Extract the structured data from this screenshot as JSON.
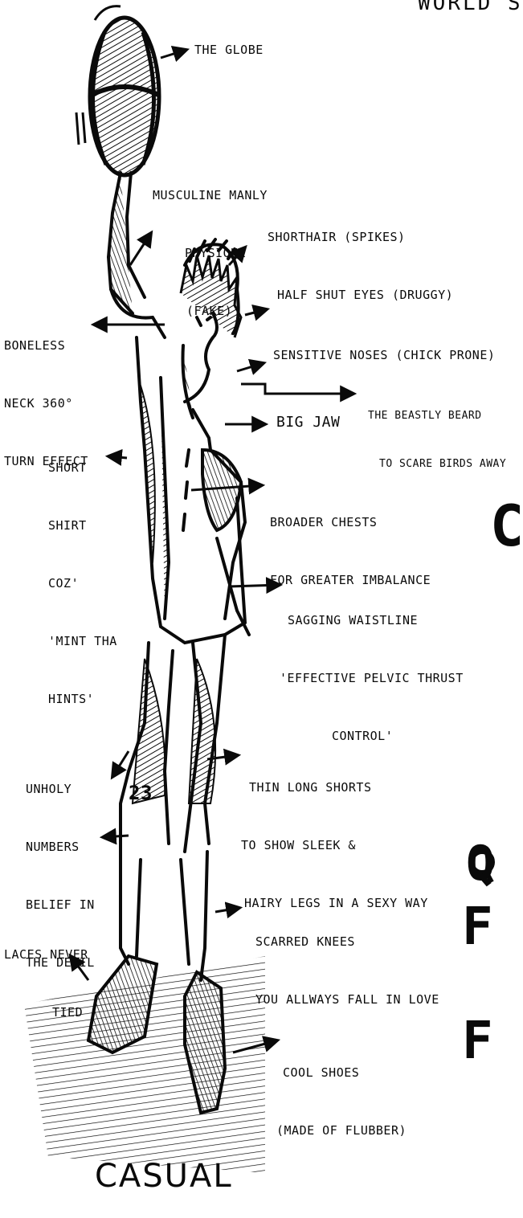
{
  "header_partial": "WORLD'S",
  "labels": {
    "globe": "THE GLOBE",
    "physique": [
      "MUSCULINE MANLY",
      "PHYSIQUE",
      "(FAKE)"
    ],
    "hair": "SHORTHAIR (SPIKES)",
    "eyes": "HALF SHUT EYES (DRUGGY)",
    "boneless": [
      "BONELESS",
      "NECK 360°",
      "TURN EFFECT"
    ],
    "noses": "SENSITIVE NOSES (CHICK PRONE)",
    "beard": [
      "THE BEASTLY BEARD",
      "TO SCARE BIRDS AWAY"
    ],
    "jaw": "BIG JAW",
    "shirt": [
      "SHORT",
      "SHIRT",
      "COZ'",
      "'MINT THA",
      "HINTS'"
    ],
    "chests": [
      "BROADER CHESTS",
      "FOR GREATER IMBALANCE"
    ],
    "waist": [
      "SAGGING WAISTLINE",
      "'EFFECTIVE PELVIC THRUST",
      "CONTROL'"
    ],
    "numbers": [
      "UNHOLY",
      "NUMBERS",
      "BELIEF IN",
      "THE DEVIL"
    ],
    "jersey": "23",
    "shorts": [
      "THIN LONG SHORTS",
      "TO SHOW SLEEK &",
      "HAIRY LEGS IN A SEXY WAY"
    ],
    "knees": [
      "SCARRED KNEES",
      "YOU ALLWAYS FALL IN LOVE"
    ],
    "laces": [
      "LACES NEVER",
      "TIED"
    ],
    "shoes": [
      "COOL SHOES",
      "(MADE OF FLUBBER)"
    ],
    "footer": "CASUAL"
  },
  "side_letters": {
    "c": "C",
    "q": "Q",
    "f1": "F",
    "f2": "F"
  },
  "colors": {
    "ink": "#0a0a0a",
    "paper": "#ffffff"
  }
}
